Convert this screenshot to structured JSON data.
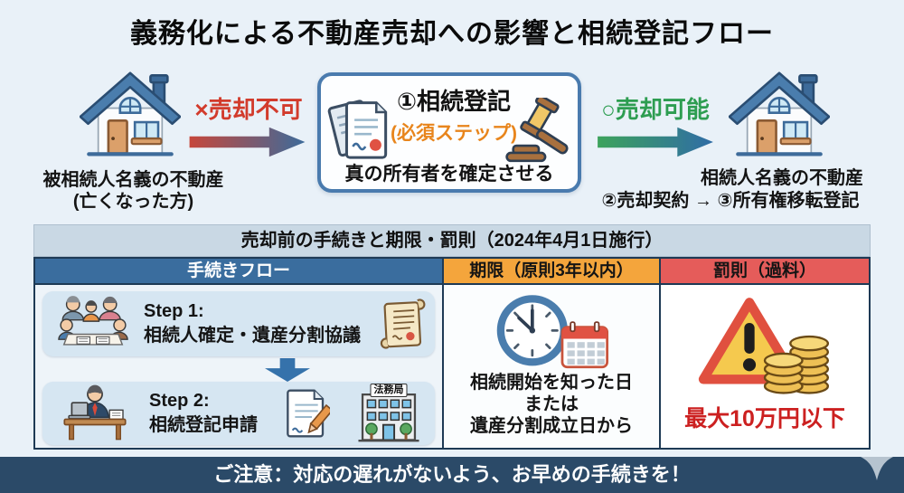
{
  "title": "義務化による不動産売却への影響と相続登記フロー",
  "flow": {
    "left_house": {
      "line1": "被相続人名義の不動産",
      "line2": "(亡くなった方)"
    },
    "no_sale": "×売却不可",
    "sale_ok": "○売却可能",
    "center_box": {
      "title": "①相続登記",
      "subtitle": "(必須ステップ)",
      "caption": "真の所有者を確定させる"
    },
    "right_house": {
      "line1": "相続人名義の不動産",
      "line2": "②売却契約 → ③所有権移転登記"
    }
  },
  "table": {
    "band_title": "売却前の手続きと期限・罰則（2024年4月1日施行）",
    "columns": [
      {
        "header": "手続きフロー"
      },
      {
        "header": "期限（原則3年以内）"
      },
      {
        "header": "罰則（過料）"
      }
    ],
    "procedure": {
      "step1_label": "Step 1:",
      "step1_text": "相続人確定・遺産分割協議",
      "step2_label": "Step 2:",
      "step2_text": "相続登記申請",
      "building_sign": "法務局"
    },
    "deadline": {
      "line1": "相続開始を知った日",
      "line2": "または",
      "line3": "遺産分割成立日から"
    },
    "penalty": {
      "amount": "最大10万円以下"
    }
  },
  "footer": {
    "notice": "ご注意：対応の遅れがないよう、お早めの手続きを！"
  },
  "icons": [
    "house-icon",
    "documents-seal-icon",
    "gavel-icon",
    "family-meeting-icon",
    "scroll-document-icon",
    "desk-worker-icon",
    "document-pencil-icon",
    "government-building-icon",
    "clock-calendar-icon",
    "warning-coins-icon",
    "down-arrow-icon",
    "gradient-arrow-icon",
    "chevron-down-icon"
  ],
  "colors": {
    "page_bg": "#e9f1f8",
    "accent_red": "#d23b2c",
    "accent_green": "#2d9d51",
    "accent_orange": "#e8851c",
    "box_border_blue": "#4a7bae",
    "band_bg": "#c9d8e4",
    "header_blue": "#3a6d9e",
    "header_orange": "#f4a53c",
    "header_red": "#e55c5a",
    "penalty_red": "#cc2020",
    "footer_navy": "#2b4a68"
  }
}
